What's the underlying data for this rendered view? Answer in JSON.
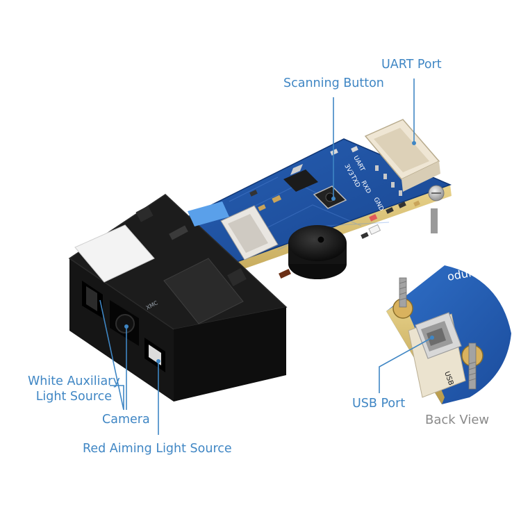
{
  "labels": {
    "uart_port": "UART Port",
    "scanning_button": "Scanning Button",
    "white_aux_line1": "White Auxiliary",
    "white_aux_line2": "Light Source",
    "camera": "Camera",
    "red_aiming": "Red Aiming Light Source",
    "usb_port": "USB Port",
    "back_view": "Back View"
  },
  "silkscreen": {
    "uart": "UART",
    "vcc": "3V3",
    "txd": "TXD",
    "rxd": "RXD",
    "gnd": "GND",
    "usb": "USB",
    "module": "odule",
    "chip": "XMC"
  },
  "colors": {
    "label_blue": "#3f86c4",
    "pcb_blue": "#1d4f9e",
    "pcb_black": "#1a1a1a",
    "connector_cream": "#efe6d4"
  }
}
